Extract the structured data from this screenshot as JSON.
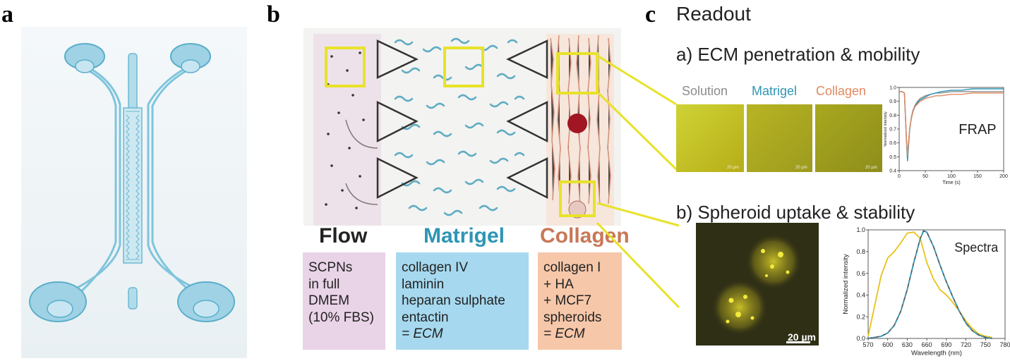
{
  "panel_labels": {
    "a": "a",
    "b": "b",
    "c": "c"
  },
  "readout": {
    "title": "Readout",
    "section_a_title": "a) ECM penetration & mobility",
    "section_b_title": "b) Spheroid uptake & stability",
    "swatch_labels": [
      "Solution",
      "Matrigel",
      "Collagen"
    ],
    "swatch_scalebar": "20 µm",
    "spheroid_scalebar": "20 µm"
  },
  "columns": {
    "flow": {
      "title": "Flow",
      "lines": [
        "SCPNs",
        "in full",
        "DMEM",
        "(10% FBS)"
      ]
    },
    "matrigel": {
      "title": "Matrigel",
      "lines": [
        "collagen IV",
        "laminin",
        "heparan sulphate",
        "entactin"
      ],
      "ecm": "= ECM"
    },
    "collagen": {
      "title": "Collagen",
      "lines": [
        "collagen I",
        "+ HA",
        "+ MCF7",
        "spheroids"
      ],
      "ecm": "= ECM"
    }
  },
  "colors": {
    "matrigel": "#2e95b5",
    "collagen": "#c87856",
    "highlight": "#e8e22a",
    "flow_box": "#e9d3e7",
    "matrigel_box": "#a6d9ef",
    "collagen_box": "#f6c7a9"
  },
  "chart_data": [
    {
      "type": "line",
      "annotation": "FRAP",
      "xlabel": "Time (s)",
      "ylabel": "Normalized intensity",
      "xlim": [
        0,
        200
      ],
      "ylim": [
        0.4,
        1.0
      ],
      "xticks": [
        0,
        50,
        100,
        150,
        200
      ],
      "yticks": [
        0.4,
        0.5,
        0.6,
        0.7,
        0.8,
        0.9,
        1.0
      ],
      "series": [
        {
          "color": "#8c8c8c",
          "x": [
            0,
            5,
            10,
            14,
            16,
            18,
            20,
            23,
            26,
            30,
            35,
            40,
            50,
            60,
            70,
            80,
            100,
            120,
            140,
            160,
            180,
            200
          ],
          "y": [
            0.97,
            0.97,
            0.96,
            0.62,
            0.5,
            0.6,
            0.7,
            0.78,
            0.83,
            0.87,
            0.9,
            0.92,
            0.94,
            0.95,
            0.96,
            0.96,
            0.97,
            0.97,
            0.97,
            0.97,
            0.97,
            0.97
          ]
        },
        {
          "color": "#2e95b5",
          "x": [
            0,
            5,
            10,
            14,
            16,
            18,
            20,
            23,
            26,
            30,
            35,
            40,
            50,
            60,
            70,
            80,
            100,
            120,
            140,
            160,
            180,
            200
          ],
          "y": [
            0.97,
            0.97,
            0.96,
            0.6,
            0.47,
            0.58,
            0.69,
            0.77,
            0.82,
            0.86,
            0.89,
            0.91,
            0.93,
            0.95,
            0.96,
            0.97,
            0.98,
            0.98,
            0.99,
            0.99,
            0.99,
            0.99
          ]
        },
        {
          "color": "#e08a60",
          "x": [
            0,
            5,
            10,
            14,
            16,
            18,
            20,
            23,
            26,
            30,
            35,
            40,
            50,
            60,
            70,
            80,
            100,
            120,
            140,
            160,
            180,
            200
          ],
          "y": [
            0.97,
            0.97,
            0.96,
            0.62,
            0.51,
            0.61,
            0.7,
            0.77,
            0.82,
            0.86,
            0.88,
            0.9,
            0.92,
            0.93,
            0.94,
            0.94,
            0.95,
            0.95,
            0.96,
            0.96,
            0.96,
            0.96
          ]
        }
      ]
    },
    {
      "type": "line",
      "annotation": "Spectra",
      "xlabel": "Wavelength (nm)",
      "ylabel": "Normalized intensity",
      "xlim": [
        570,
        780
      ],
      "ylim": [
        0,
        1.0
      ],
      "xticks": [
        570,
        600,
        630,
        660,
        690,
        720,
        750,
        780
      ],
      "yticks": [
        0.0,
        0.2,
        0.4,
        0.6,
        0.8,
        1.0
      ],
      "series": [
        {
          "color": "#e8c21a",
          "x": [
            570,
            580,
            590,
            600,
            610,
            620,
            630,
            640,
            650,
            660,
            670,
            680,
            690,
            700,
            710,
            720,
            730,
            740,
            750,
            760
          ],
          "y": [
            0.02,
            0.3,
            0.58,
            0.74,
            0.8,
            0.88,
            0.97,
            0.98,
            0.92,
            0.7,
            0.55,
            0.45,
            0.4,
            0.33,
            0.25,
            0.16,
            0.09,
            0.04,
            0.02,
            0.01
          ]
        },
        {
          "color": "#555555",
          "dashed": true,
          "x": [
            570,
            590,
            600,
            610,
            620,
            630,
            640,
            650,
            655,
            660,
            670,
            680,
            690,
            700,
            710,
            720,
            730,
            740,
            750,
            760
          ],
          "y": [
            0.0,
            0.02,
            0.05,
            0.12,
            0.25,
            0.45,
            0.7,
            0.92,
            0.99,
            0.98,
            0.85,
            0.68,
            0.52,
            0.38,
            0.25,
            0.14,
            0.07,
            0.03,
            0.01,
            0.0
          ]
        },
        {
          "color": "#2e95b5",
          "dashed": true,
          "dashoffset": 4,
          "x": [
            570,
            590,
            600,
            610,
            620,
            630,
            640,
            650,
            655,
            660,
            670,
            680,
            690,
            700,
            710,
            720,
            730,
            740,
            750,
            760
          ],
          "y": [
            0.0,
            0.02,
            0.05,
            0.12,
            0.25,
            0.45,
            0.7,
            0.92,
            0.99,
            0.98,
            0.85,
            0.68,
            0.52,
            0.38,
            0.25,
            0.14,
            0.07,
            0.03,
            0.01,
            0.0
          ]
        }
      ]
    }
  ]
}
